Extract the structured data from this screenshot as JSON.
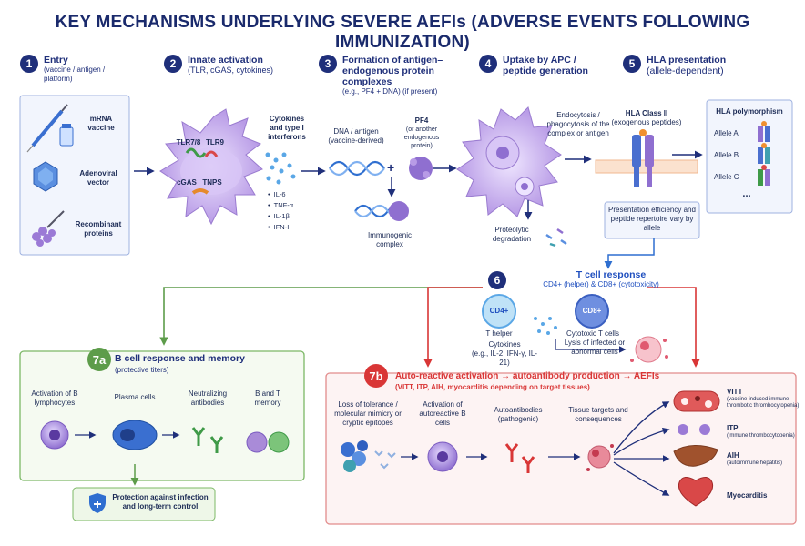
{
  "title": "KEY MECHANISMS UNDERLYING SEVERE AEFIs (ADVERSE EVENTS FOLLOWING IMMUNIZATION)",
  "steps": {
    "s1": {
      "num": "1",
      "title": "Entry",
      "sub": "(vaccine / antigen / platform)"
    },
    "s2": {
      "num": "2",
      "title": "Innate activation",
      "sub": "(TLR, cGAS, cytokines)"
    },
    "s3": {
      "num": "3",
      "title": "Formation of antigen–endogenous protein complexes",
      "sub": "(e.g., PF4 + DNA) (if present)"
    },
    "s4": {
      "num": "4",
      "title": "Uptake by APC / peptide generation"
    },
    "s5": {
      "num": "5",
      "title": "HLA presentation",
      "sub": "(allele-dependent)"
    }
  },
  "entry": {
    "mrna": "mRNA vaccine",
    "adeno": "Adenoviral vector",
    "recomb": "Recombinant proteins"
  },
  "innate": {
    "tlr78": "TLR7/8",
    "tlr9": "TLR9",
    "cgas": "cGAS",
    "tnps": "TNPS",
    "cyt_title": "Cytokines and type I interferons",
    "cytokines": [
      "IL-6",
      "TNF-α",
      "IL-1β",
      "IFN-I"
    ]
  },
  "complex": {
    "dna": "DNA / antigen",
    "dna_sub": "(vaccine-derived)",
    "plus": "+",
    "pf4": "PF4",
    "pf4_sub": "(or another endogenous protein)",
    "immuno": "Immunogenic complex"
  },
  "apc": {
    "endo": "Endocytosis / phagocytosis of the complex or antigen",
    "prot": "Proteolytic degradation"
  },
  "hla": {
    "class": "HLA Class II",
    "class_sub": "(exogenous peptides)",
    "poly": "HLA polymorphism",
    "alleles": [
      "Allele A",
      "Allele B",
      "Allele C"
    ],
    "more": "...",
    "note": "Presentation efficiency and peptide repertoire vary by allele"
  },
  "tcell": {
    "num": "6",
    "title": "T cell response",
    "sub": "CD4+ (helper) & CD8+ (cytotoxicity)",
    "cd4": "CD4+",
    "cd8": "CD8+",
    "helper": "T helper",
    "cyt_title": "Cytokines",
    "cyt_list": "(e.g., IL-2, IFN-γ, IL-21)",
    "ctl": "Cytotoxic T cells",
    "lysis": "Lysis of infected or abnormal cells"
  },
  "bcell": {
    "num": "7a",
    "title": "B cell response and memory",
    "sub": "(protective titers)",
    "act": "Activation of B lymphocytes",
    "plasma": "Plasma cells",
    "nab": "Neutralizing antibodies",
    "mem": "B and T memory",
    "protect": "Protection against infection and long-term control"
  },
  "auto": {
    "num": "7b",
    "title": "Auto-reactive activation → autoantibody production → AEFIs",
    "sub": "(VITT, ITP, AIH, myocarditis depending on target tissues)",
    "loss": "Loss of tolerance / molecular mimicry or cryptic epitopes",
    "actb": "Activation of autoreactive B cells",
    "autoab": "Autoantibodies (pathogenic)",
    "tissue": "Tissue targets and consequences",
    "vitt": "VITT",
    "vitt_sub": "(vaccine-induced immune thrombotic thrombocytopenia)",
    "itp": "ITP",
    "itp_sub": "(immune thrombocytopenia)",
    "aih": "AIH",
    "aih_sub": "(autoimmune hepatitis)",
    "myo": "Myocarditis"
  },
  "colors": {
    "navy": "#1f2f7a",
    "green": "#5d9c4a",
    "red": "#d93636",
    "purple": "#a98bd8"
  }
}
